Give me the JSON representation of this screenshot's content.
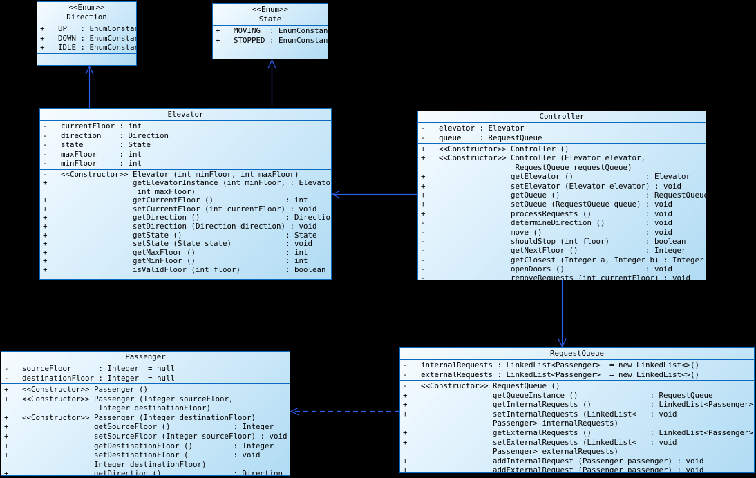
{
  "diagram": {
    "background": "#000000",
    "colors": {
      "box_border": "#0a6ac0",
      "box_fill_light": "#f7fcff",
      "box_fill_dark": "#b0dbf3",
      "connector_line": "#2d5cf0",
      "text": "#000000"
    },
    "classes": {
      "direction": {
        "title_lines": [
          "<<Enum>>",
          "Direction"
        ],
        "attributes": [
          {
            "v": "+",
            "name": "UP",
            "type": ": EnumConstant"
          },
          {
            "v": "+",
            "name": "DOWN",
            "type": ": EnumConstant"
          },
          {
            "v": "+",
            "name": "IDLE",
            "type": ": EnumConstant"
          }
        ],
        "methods": []
      },
      "state": {
        "title_lines": [
          "<<Enum>>",
          "State"
        ],
        "attributes": [
          {
            "v": "+",
            "name": "MOVING",
            "type": ": EnumConstant"
          },
          {
            "v": "+",
            "name": "STOPPED",
            "type": ": EnumConstant"
          }
        ],
        "methods": []
      },
      "elevator": {
        "title_lines": [
          "Elevator"
        ],
        "attributes": [
          {
            "v": "-",
            "name": "currentFloor",
            "type": ": int"
          },
          {
            "v": "-",
            "name": "direction",
            "type": ": Direction"
          },
          {
            "v": "-",
            "name": "state",
            "type": ": State"
          },
          {
            "v": "-",
            "name": "maxFloor",
            "type": ": int"
          },
          {
            "v": "-",
            "name": "minFloor",
            "type": ": int"
          }
        ],
        "methods": [
          {
            "v": "-",
            "ctor": true,
            "name": "Elevator (int minFloor, int maxFloor)"
          },
          {
            "v": "+",
            "name": "getElevatorInstance (int minFloor,",
            "ret": ": Elevator"
          },
          {
            "cont": true,
            "indent": 21,
            "text": "int maxFloor)"
          },
          {
            "v": "+",
            "name": "getCurrentFloor ()",
            "ret": ": int"
          },
          {
            "v": "+",
            "name": "setCurrentFloor (int currentFloor)",
            "ret": ": void"
          },
          {
            "v": "+",
            "name": "getDirection ()",
            "ret": ": Direction"
          },
          {
            "v": "+",
            "name": "setDirection (Direction direction)",
            "ret": ": void"
          },
          {
            "v": "+",
            "name": "getState ()",
            "ret": ": State"
          },
          {
            "v": "+",
            "name": "setState (State state)",
            "ret": ": void"
          },
          {
            "v": "+",
            "name": "getMaxFloor ()",
            "ret": ": int"
          },
          {
            "v": "+",
            "name": "getMinFloor ()",
            "ret": ": int"
          },
          {
            "v": "+",
            "name": "isValidFloor (int floor)",
            "ret": ": boolean"
          }
        ]
      },
      "controller": {
        "title_lines": [
          "Controller"
        ],
        "attributes": [
          {
            "v": "-",
            "name": "elevator",
            "type": ": Elevator"
          },
          {
            "v": "-",
            "name": "queue",
            "type": ": RequestQueue"
          }
        ],
        "methods": [
          {
            "v": "+",
            "ctor": true,
            "name": "Controller ()"
          },
          {
            "v": "+",
            "ctor": true,
            "name": "Controller (Elevator elevator,"
          },
          {
            "cont": true,
            "indent": 21,
            "text": "RequestQueue requestQueue)"
          },
          {
            "v": "+",
            "name": "getElevator ()",
            "ret": ": Elevator"
          },
          {
            "v": "+",
            "name": "setElevator (Elevator elevator)",
            "ret": ": void"
          },
          {
            "v": "+",
            "name": "getQueue ()",
            "ret": ": RequestQueue"
          },
          {
            "v": "+",
            "name": "setQueue (RequestQueue queue)",
            "ret": ": void"
          },
          {
            "v": "+",
            "name": "processRequests ()",
            "ret": ": void"
          },
          {
            "v": "-",
            "name": "determineDirection ()",
            "ret": ": void"
          },
          {
            "v": "-",
            "name": "move ()",
            "ret": ": void"
          },
          {
            "v": "-",
            "name": "shouldStop (int floor)",
            "ret": ": boolean"
          },
          {
            "v": "-",
            "name": "getNextFloor ()",
            "ret": ": Integer"
          },
          {
            "v": "-",
            "name": "getClosest (Integer a, Integer b)",
            "ret": ": Integer"
          },
          {
            "v": "-",
            "name": "openDoors ()",
            "ret": ": void"
          },
          {
            "v": "-",
            "name": "removeRequests (int currentFloor)",
            "ret": ": void"
          }
        ]
      },
      "passenger": {
        "title_lines": [
          "Passenger"
        ],
        "attributes": [
          {
            "v": "-",
            "name": "sourceFloor",
            "type": ": Integer",
            "def": "  = null"
          },
          {
            "v": "-",
            "name": "destinationFloor",
            "type": ": Integer",
            "def": "  = null"
          }
        ],
        "methods": [
          {
            "v": "+",
            "ctor": true,
            "name": "Passenger ()"
          },
          {
            "v": "+",
            "ctor": true,
            "name": "Passenger (Integer sourceFloor,"
          },
          {
            "cont": true,
            "indent": 21,
            "text": "Integer destinationFloor)"
          },
          {
            "v": "+",
            "ctor": true,
            "name": "Passenger (Integer destinationFloor)"
          },
          {
            "v": "+",
            "name": "getSourceFloor ()",
            "ret": ": Integer"
          },
          {
            "v": "+",
            "name": "setSourceFloor (Integer sourceFloor)",
            "ret": ": void"
          },
          {
            "v": "+",
            "name": "getDestinationFloor ()",
            "ret": ": Integer"
          },
          {
            "v": "+",
            "name": "setDestinationFloor (",
            "ret": ": void"
          },
          {
            "cont": true,
            "indent": 20,
            "text": "Integer destinationFloor)"
          },
          {
            "v": "+",
            "name": "getDirection ()",
            "ret": ": Direction"
          }
        ]
      },
      "requestqueue": {
        "title_lines": [
          "RequestQueue"
        ],
        "attributes": [
          {
            "v": "-",
            "name": "internalRequests",
            "type": ": LinkedList<Passenger>",
            "def": "  = new LinkedList<>()"
          },
          {
            "v": "-",
            "name": "externalRequests",
            "type": ": LinkedList<Passenger>",
            "def": "  = new LinkedList<>()"
          }
        ],
        "methods": [
          {
            "v": "-",
            "ctor": true,
            "name": "RequestQueue ()"
          },
          {
            "v": "+",
            "name": "getQueueInstance ()",
            "ret": ": RequestQueue"
          },
          {
            "v": "+",
            "name": "getInternalRequests ()",
            "ret": ": LinkedList<Passenger>"
          },
          {
            "v": "+",
            "name": "setInternalRequests (LinkedList<",
            "ret": ": void"
          },
          {
            "cont": true,
            "indent": 20,
            "text": "Passenger> internalRequests)"
          },
          {
            "v": "+",
            "name": "getExternalRequests ()",
            "ret": ": LinkedList<Passenger>"
          },
          {
            "v": "+",
            "name": "setExternalRequests (LinkedList<",
            "ret": ": void"
          },
          {
            "cont": true,
            "indent": 20,
            "text": "Passenger> externalRequests)"
          },
          {
            "v": "+",
            "name": "addInternalRequest (Passenger passenger)",
            "ret": ": void"
          },
          {
            "v": "+",
            "name": "addExternalRequest (Passenger passenger)",
            "ret": ": void"
          }
        ]
      }
    },
    "connectors": [
      {
        "from": "Elevator",
        "to": "Direction",
        "line": "solid",
        "arrow": "open"
      },
      {
        "from": "Elevator",
        "to": "State",
        "line": "solid",
        "arrow": "open"
      },
      {
        "from": "Controller",
        "to": "Elevator",
        "line": "solid",
        "arrow": "open"
      },
      {
        "from": "Controller",
        "to": "RequestQueue",
        "line": "solid",
        "arrow": "open"
      },
      {
        "from": "RequestQueue",
        "to": "Passenger",
        "line": "dashed",
        "arrow": "open"
      }
    ]
  }
}
